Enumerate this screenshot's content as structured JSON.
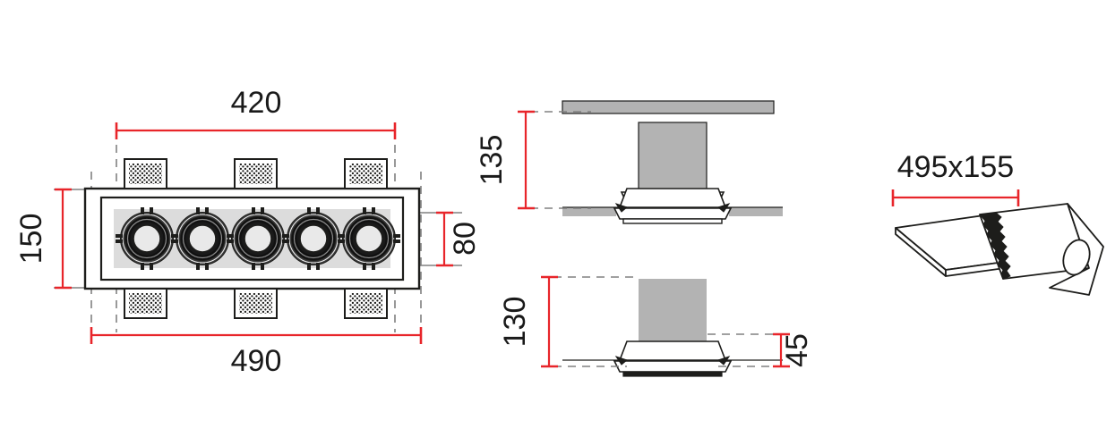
{
  "drawing": {
    "type": "technical-dimension-drawing",
    "subject": "Recessed linear multi-spot downlight, 5 heads",
    "units": "mm",
    "views": [
      {
        "name": "plan-view",
        "label": ""
      },
      {
        "name": "section-view-recessed-depth",
        "label": ""
      },
      {
        "name": "section-view-cutout-depth",
        "label": ""
      },
      {
        "name": "cutout-illustration",
        "label": ""
      }
    ]
  },
  "dimensions": {
    "plan_width_inner": "420",
    "plan_width_outer": "490",
    "plan_height_outer": "150",
    "plan_height_inner": "80",
    "section_height_upper": "135",
    "section_height_lower": "130",
    "section_flange_height": "45",
    "cutout_size": "495x155"
  },
  "colors": {
    "dimension_line": "#e8252a",
    "outline": "#1d1d1b",
    "extension_line": "#808080",
    "body_fill": "#b3b3b3",
    "panel_fill": "#dcdcdc",
    "background": "#ffffff"
  },
  "plan": {
    "lamp_count": 5,
    "spring_clip_count_top": 3,
    "spring_clip_count_bottom": 3
  }
}
